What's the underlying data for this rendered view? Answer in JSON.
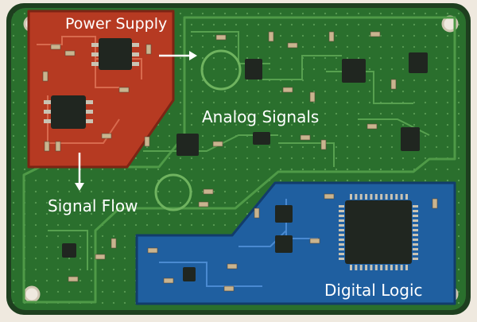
{
  "zones": {
    "power": {
      "label": "Power Supply",
      "color": "#b63a22"
    },
    "analog": {
      "label": "Analog Signals",
      "color": "#3f8a3a"
    },
    "signal": {
      "label": "Signal Flow",
      "color": "#2e7a33"
    },
    "digital": {
      "label": "Digital Logic",
      "color": "#1f5fa0"
    }
  },
  "colors": {
    "board": "#2a6f2d",
    "board_edge": "#1e3f1f",
    "trace": "#57a04f",
    "chip": "#202620",
    "pad": "#c9c3b3",
    "label_text": "#ffffff"
  }
}
